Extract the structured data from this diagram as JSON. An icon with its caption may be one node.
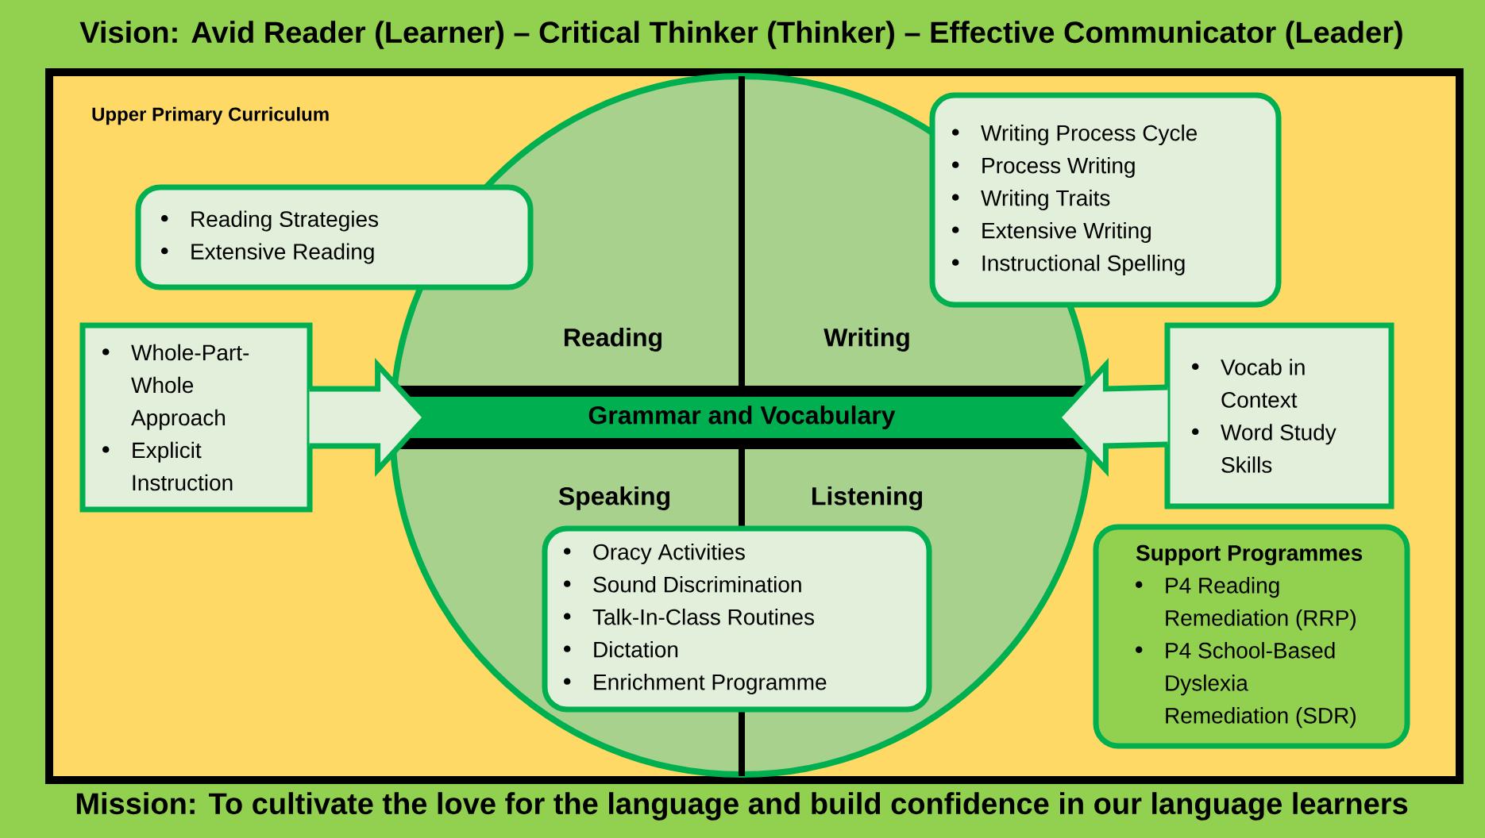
{
  "diagram": {
    "title": "Vision: Avid Reader (Learner) – Critical Thinker (Thinker) – Effective Communicator  (Leader)",
    "caption": "Mission: To cultivate the love for the language and build confidence in our language learners",
    "nodes": [
      {
        "text": [
          "Upper Primary Curriculum"
        ]
      },
      {
        "text": [
          "Reading",
          "Writing",
          "Speaking",
          "Listening"
        ],
        "in": 0
      },
      {
        "text": [
          "Grammar and Vocabulary"
        ],
        "in": 1
      },
      {
        "text": [
          "Reading Strategies",
          "Extensive Reading"
        ],
        "in": 0
      },
      {
        "text": [
          "Writing Process Cycle",
          "Process Writing",
          "Writing Traits",
          "Extensive Writing",
          "Instructional Spelling"
        ],
        "in": 0
      },
      {
        "text": [
          "Whole-Part-Whole Approach",
          "Explicit Instruction"
        ],
        "in": 0
      },
      {
        "text": [
          "Vocab in Context",
          "Word Study Skills"
        ],
        "in": 0
      },
      {
        "text": [
          "Oracy Activities",
          "Sound Discrimination",
          "Talk-In-Class Routines",
          "Dictation",
          "Enrichment Programme"
        ],
        "in": 1
      },
      {
        "text": [
          "Support Programmes",
          "P4 Reading Remediation (RRP)",
          "P4 School-Based Dyslexia Remediation (SDR)"
        ],
        "in": 0
      }
    ],
    "edges": [
      {
        "from": 5,
        "to": 2,
        "arrow": "to"
      },
      {
        "from": 6,
        "to": 2,
        "arrow": "to"
      }
    ]
  }
}
